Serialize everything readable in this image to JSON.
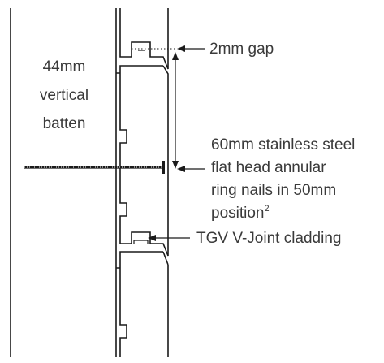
{
  "labels": {
    "batten_line1": "44mm",
    "batten_line2": "vertical",
    "batten_line3": "batten",
    "gap": "2mm gap",
    "nails_line1": "60mm stainless steel",
    "nails_line2": "flat head annular",
    "nails_line3": "ring nails in 50mm",
    "nails_line4": "position",
    "nails_superscript": "2",
    "cladding": "TGV V-Joint  cladding"
  }
}
